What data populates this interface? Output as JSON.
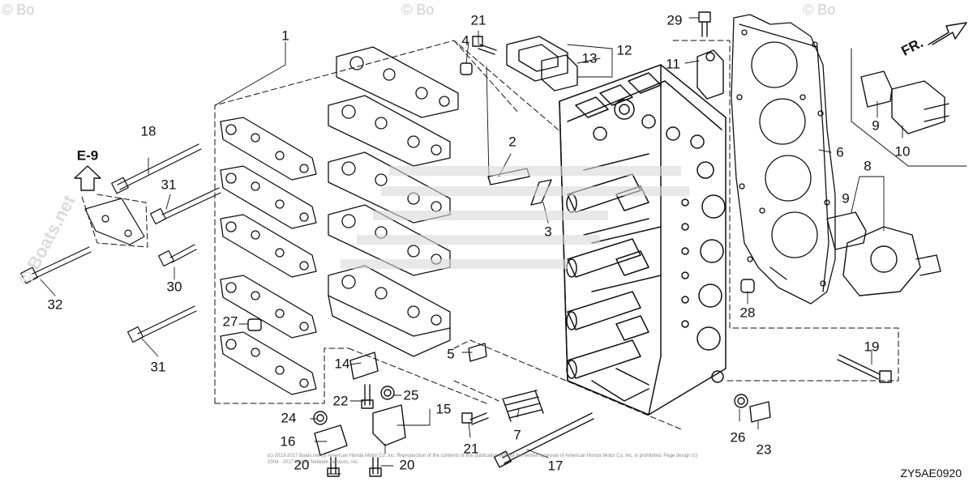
{
  "diagram": {
    "section_ref": "E-9",
    "direction_label": "FR.",
    "diagram_code": "ZY5AE0920",
    "copyright": "(c) 2013-2017 Boats.net by American Honda Motor Co. Inc. Reproduction of the contents of this publication without the written approval of American Honda Motor Co. Inc. is prohibited. Page design (c) 2004 - 2017 by ARI Network Services, Inc.",
    "watermark": "© Boats.net",
    "watermark_top": [
      "© Bo",
      "© Bo",
      "© Bo"
    ],
    "watermark_side": "© Boats.net",
    "callouts": [
      "1",
      "2",
      "3",
      "4",
      "5",
      "6",
      "7",
      "8",
      "9",
      "9",
      "10",
      "11",
      "12",
      "13",
      "14",
      "15",
      "16",
      "17",
      "18",
      "19",
      "20",
      "20",
      "21",
      "21",
      "22",
      "23",
      "24",
      "25",
      "26",
      "27",
      "28",
      "29",
      "30",
      "31",
      "31",
      "32"
    ]
  }
}
